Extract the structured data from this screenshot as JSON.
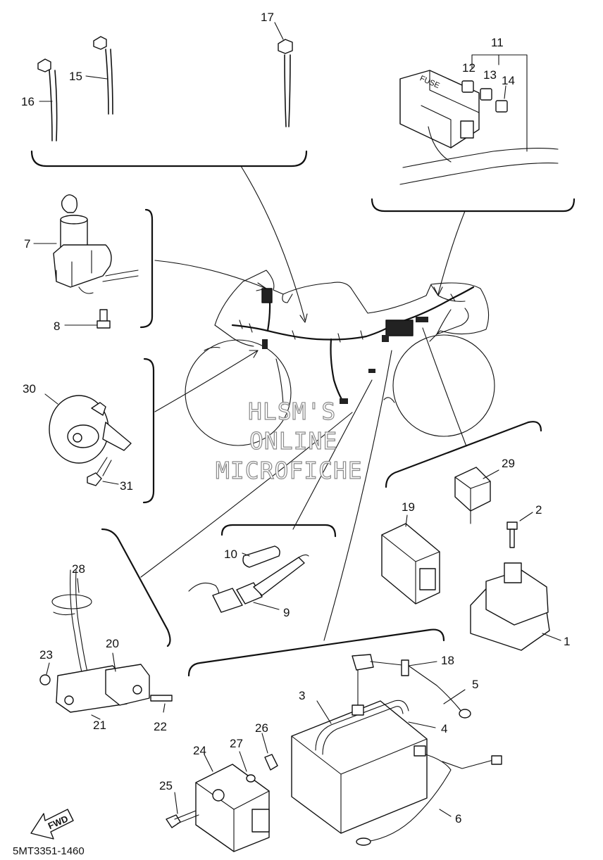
{
  "diagram": {
    "code": "5MT3351-1460",
    "watermark": [
      "HLSM'S",
      "ONLINE",
      "MICROFICHE"
    ],
    "fuse_box_label": "FUSE",
    "direction_label": "FWD",
    "callouts": {
      "p1": "1",
      "p2": "2",
      "p3": "3",
      "p4": "4",
      "p5": "5",
      "p6": "6",
      "p7": "7",
      "p8": "8",
      "p9": "9",
      "p10": "10",
      "p11": "11",
      "p12": "12",
      "p13": "13",
      "p14": "14",
      "p15": "15",
      "p16": "16",
      "p17": "17",
      "p18": "18",
      "p19": "19",
      "p20": "20",
      "p21": "21",
      "p22": "22",
      "p23": "23",
      "p24": "24",
      "p25": "25",
      "p26": "26",
      "p27": "27",
      "p28": "28",
      "p29": "29",
      "p30": "30",
      "p31": "31"
    }
  }
}
